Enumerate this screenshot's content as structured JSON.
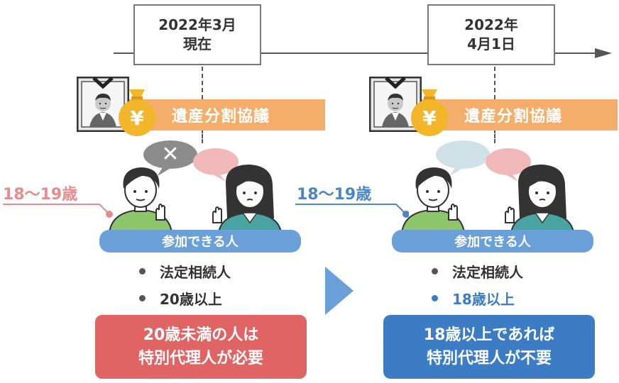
{
  "timeline": {
    "left_date": {
      "line1": "2022年3月",
      "line2": "現在"
    },
    "right_date": {
      "line1": "2022年",
      "line2": "4月1日"
    }
  },
  "left": {
    "kyogi_label": "遺産分割協議",
    "coin_symbol": "¥",
    "age_label": "18〜19歳",
    "age_color": "#e88b8b",
    "participants_label": "参加できる人",
    "conditions": [
      "法定相続人",
      "20歳以上"
    ],
    "result": {
      "line1": "20歳未満の人は",
      "line2": "特別代理人が必要"
    },
    "result_color": "#e06464",
    "bubble_mark": "✕"
  },
  "right": {
    "kyogi_label": "遺産分割協議",
    "coin_symbol": "¥",
    "age_label": "18〜19歳",
    "age_color": "#4a86c8",
    "participants_label": "参加できる人",
    "conditions": [
      "法定相続人",
      "18歳以上"
    ],
    "highlight_color": "#3b7cc4",
    "result": {
      "line1": "18歳以上であれば",
      "line2": "特別代理人が不要"
    },
    "result_color": "#3b7cc4"
  },
  "colors": {
    "kyogi": "#f4ad6a",
    "participants_bar": "#6a9fd8",
    "coin": "#f3b52a",
    "shirt_green": "#8cc56a",
    "shirt_teal": "#4aa3a3"
  }
}
